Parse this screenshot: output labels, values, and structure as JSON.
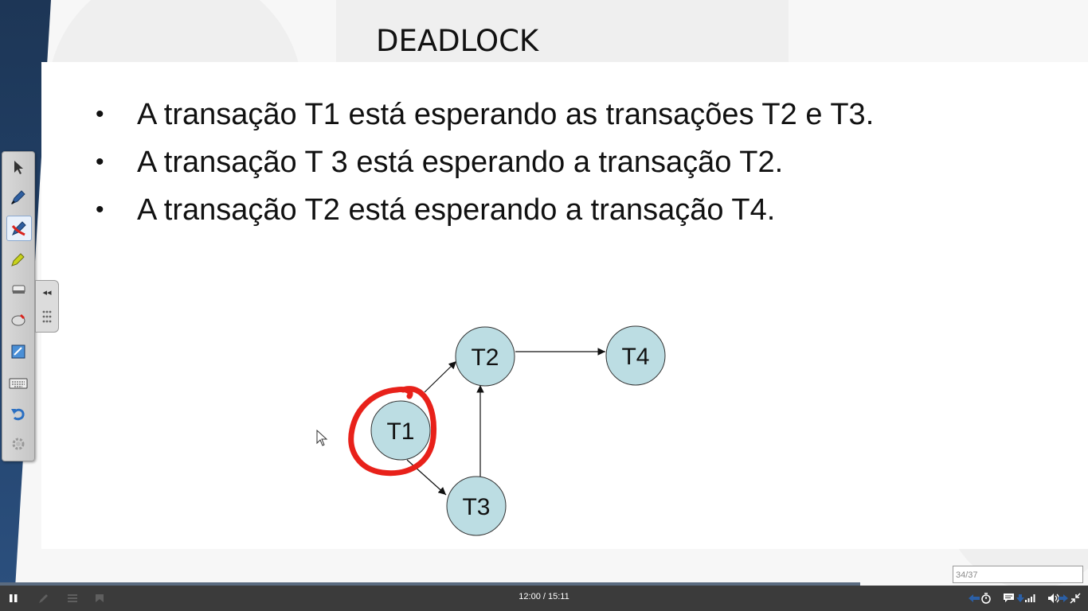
{
  "slide": {
    "title": "DEADLOCK",
    "bullet_char": "•",
    "bullets": [
      "A transação T1 está esperando as transações T2 e T3.",
      "A transação T 3 está esperando a transação T2.",
      "A transação T2 está esperando a transação T4."
    ],
    "graph": {
      "nodes": [
        "T1",
        "T2",
        "T3",
        "T4"
      ],
      "edges": [
        [
          "T1",
          "T2"
        ],
        [
          "T1",
          "T3"
        ],
        [
          "T3",
          "T2"
        ],
        [
          "T2",
          "T4"
        ]
      ],
      "node_fill": "#bcdde3",
      "highlight_color": "#e8211a",
      "highlighted_node": "T1"
    }
  },
  "ink_toolbar": {
    "tools": [
      "pointer-icon",
      "pen-icon",
      "pen-red-icon",
      "highlighter-icon",
      "eraser-icon",
      "eraser-all-icon",
      "whiteboard-icon",
      "keyboard-icon",
      "undo-icon",
      "settings-icon"
    ],
    "active_tool": "pen-red-icon"
  },
  "player": {
    "time": "12:00 / 15:11",
    "page": "34/37",
    "play_state": "pause"
  }
}
